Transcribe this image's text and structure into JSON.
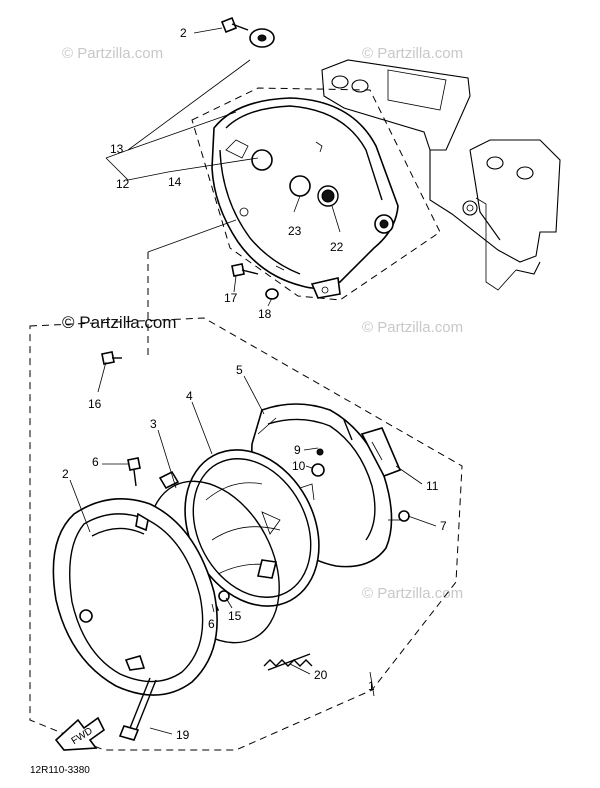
{
  "callouts": [
    {
      "id": "c1",
      "text": "1"
    },
    {
      "id": "c2a",
      "text": "2"
    },
    {
      "id": "c2b",
      "text": "2"
    },
    {
      "id": "c3",
      "text": "3"
    },
    {
      "id": "c4",
      "text": "4"
    },
    {
      "id": "c5",
      "text": "5"
    },
    {
      "id": "c6a",
      "text": "6"
    },
    {
      "id": "c6b",
      "text": "6"
    },
    {
      "id": "c7",
      "text": "7"
    },
    {
      "id": "c9",
      "text": "9"
    },
    {
      "id": "c10",
      "text": "10"
    },
    {
      "id": "c11",
      "text": "11"
    },
    {
      "id": "c12",
      "text": "12"
    },
    {
      "id": "c13",
      "text": "13"
    },
    {
      "id": "c14",
      "text": "14"
    },
    {
      "id": "c15",
      "text": "15"
    },
    {
      "id": "c16",
      "text": "16"
    },
    {
      "id": "c17",
      "text": "17"
    },
    {
      "id": "c18",
      "text": "18"
    },
    {
      "id": "c19",
      "text": "19"
    },
    {
      "id": "c20",
      "text": "20"
    },
    {
      "id": "c22",
      "text": "22"
    },
    {
      "id": "c23",
      "text": "23"
    }
  ],
  "watermarks": {
    "text": "© Partzilla.com",
    "text_prominent": "© Partzilla.com"
  },
  "front_arrow_label": "FWD",
  "diagram_code": "12R110-3380"
}
